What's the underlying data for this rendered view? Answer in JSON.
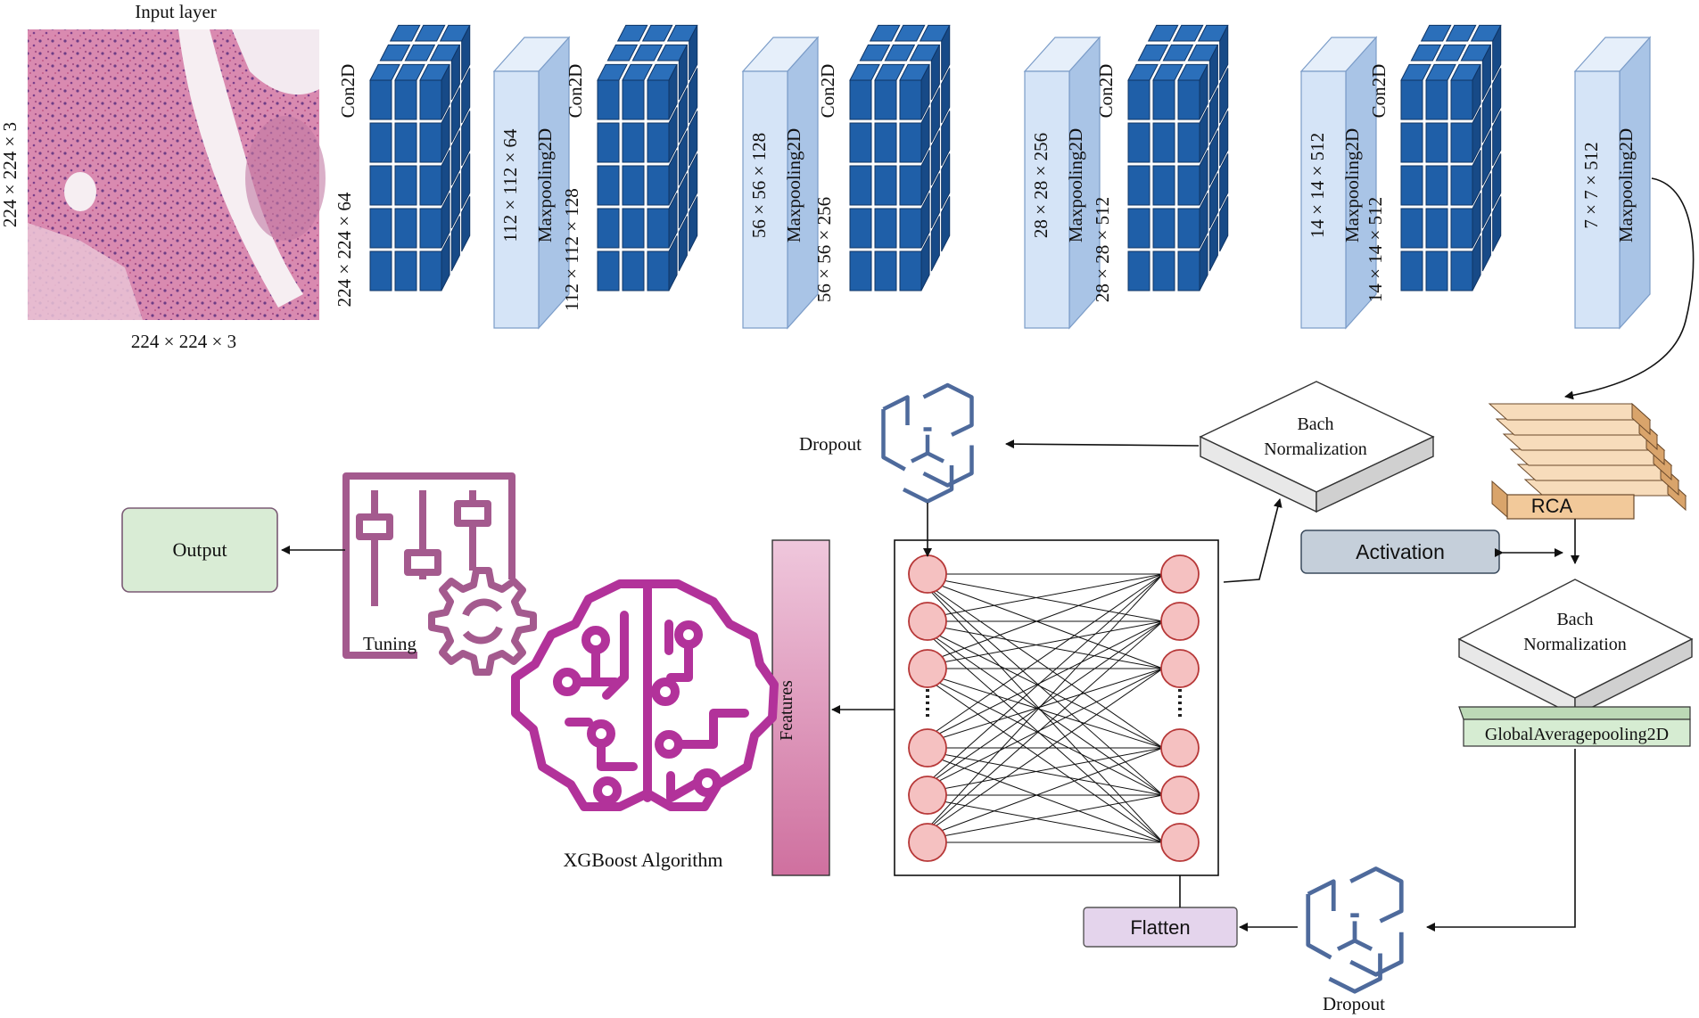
{
  "input": {
    "title": "Input layer",
    "dim_bottom": "224 × 224 × 3",
    "dim_left": "224 × 224 × 3"
  },
  "conv_label": "Con2D",
  "pool_label": "Maxpooling2D",
  "blocks": [
    {
      "conv_dim": "224 × 224 × 64",
      "pool_dim": "112 × 112 × 64"
    },
    {
      "conv_dim": "112 × 112 × 128",
      "pool_dim": "56 × 56 × 128"
    },
    {
      "conv_dim": "56 × 56 × 256",
      "pool_dim": "28 × 28 × 256"
    },
    {
      "conv_dim": "28 × 28 × 512",
      "pool_dim": "14 × 14 × 512"
    },
    {
      "conv_dim": "14 × 14 × 512",
      "pool_dim": "7 × 7 × 512"
    }
  ],
  "rca": "RCA",
  "activation": "Activation",
  "bn_right": {
    "line1": "Bach",
    "line2": "Normalization"
  },
  "bn_top": {
    "line1": "Bach",
    "line2": "Normalization"
  },
  "gap": "GlobalAveragepooling2D",
  "dropout_bottom": "Dropout",
  "dropout_top": "Dropout",
  "flatten": "Flatten",
  "features": "Features",
  "xgboost": "XGBoost Algorithm",
  "tuning": "Tuning",
  "output": "Output",
  "colors": {
    "cube_front": "#1f5fa8",
    "cube_top": "#2b6fba",
    "cube_side": "#174a87",
    "pool_front": "#d5e4f7",
    "pool_side": "#a9c4e6",
    "rca": "#f2c99a",
    "activation": "#c5cfda",
    "gap": "#d6ecd2",
    "flatten": "#e4d4ec",
    "output": "#d9ecd5",
    "features_top": "#efc7dc",
    "features_bottom": "#cf709f",
    "neuron": "#f5c1c1",
    "neuron_stroke": "#b73838",
    "brain": "#b2329a",
    "tuning": "#a45a8e",
    "dropout_icon": "#4e6a9c"
  }
}
